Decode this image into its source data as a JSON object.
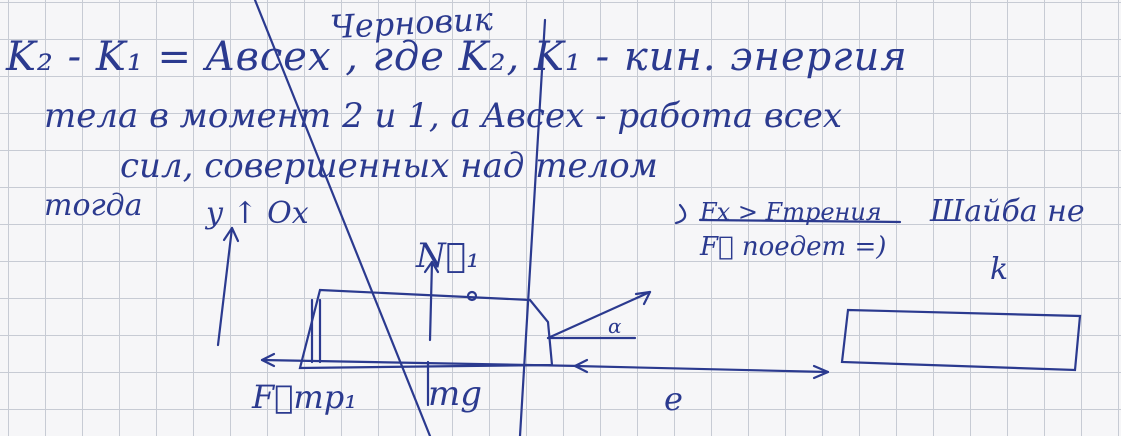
{
  "page": {
    "title": "Черновик",
    "lines": [
      "K₂ - K₁ = Aвсех , где K₂, K₁ - кин. энергия",
      "тела в момент 2 и 1, а Aвсех - работа всех",
      "сил, совершенных над телом",
      "тогда"
    ],
    "notes": [
      "Fx > Fтрения",
      "Шайба не",
      "F⃗ поедет =)",
      "k"
    ]
  },
  "diagram": {
    "axis_label": "y ↑ Ox",
    "normal_force_label": "N⃗₁",
    "friction_label": "F⃗тр₁",
    "gravity_label": "mg",
    "distance_label": "e",
    "angle_label": "α"
  }
}
